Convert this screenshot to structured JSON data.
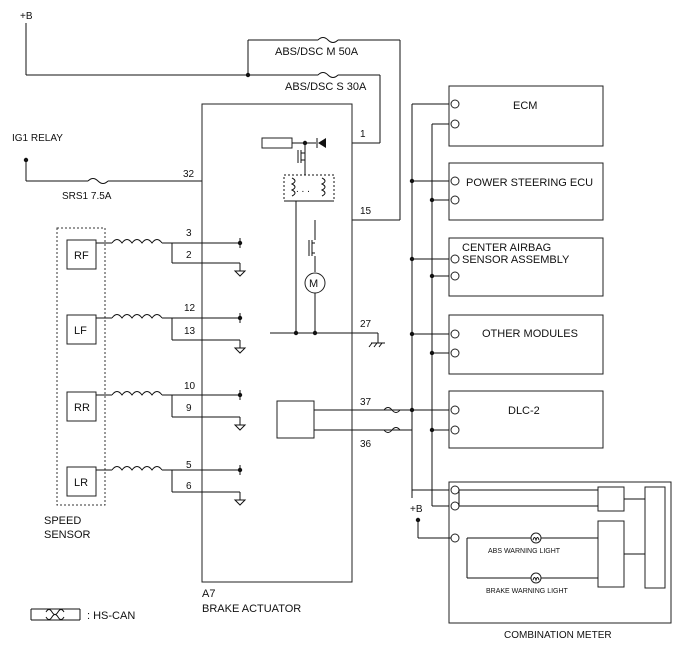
{
  "supply": {
    "plus_b": "+B",
    "ig1_relay": "IG1 RELAY",
    "plus_b_meter": "+B"
  },
  "fuses": {
    "abs_dsc_m": "ABS/DSC M 50A",
    "abs_dsc_s": "ABS/DSC S 30A",
    "srs1": "SRS1 7.5A"
  },
  "actuator": {
    "code": "A7",
    "name": "BRAKE ACTUATOR",
    "motor": "M"
  },
  "pins": {
    "p1": "1",
    "p32": "32",
    "p15": "15",
    "p3": "3",
    "p2": "2",
    "p12": "12",
    "p13": "13",
    "p27": "27",
    "p10": "10",
    "p9": "9",
    "p37": "37",
    "p36": "36",
    "p5": "5",
    "p6": "6"
  },
  "sensors": {
    "rf": "RF",
    "lf": "LF",
    "rr": "RR",
    "lr": "LR",
    "label_line1": "SPEED",
    "label_line2": "SENSOR"
  },
  "modules": {
    "ecm": "ECM",
    "power_steering": "POWER STEERING ECU",
    "airbag_line1": "CENTER AIRBAG",
    "airbag_line2": "SENSOR ASSEMBLY",
    "other": "OTHER MODULES",
    "dlc": "DLC-2"
  },
  "meter": {
    "name": "COMBINATION METER",
    "abs_light": "ABS WARNING LIGHT",
    "brake_light": "BRAKE WARNING LIGHT"
  },
  "legend": {
    "hs_can": ": HS-CAN"
  }
}
